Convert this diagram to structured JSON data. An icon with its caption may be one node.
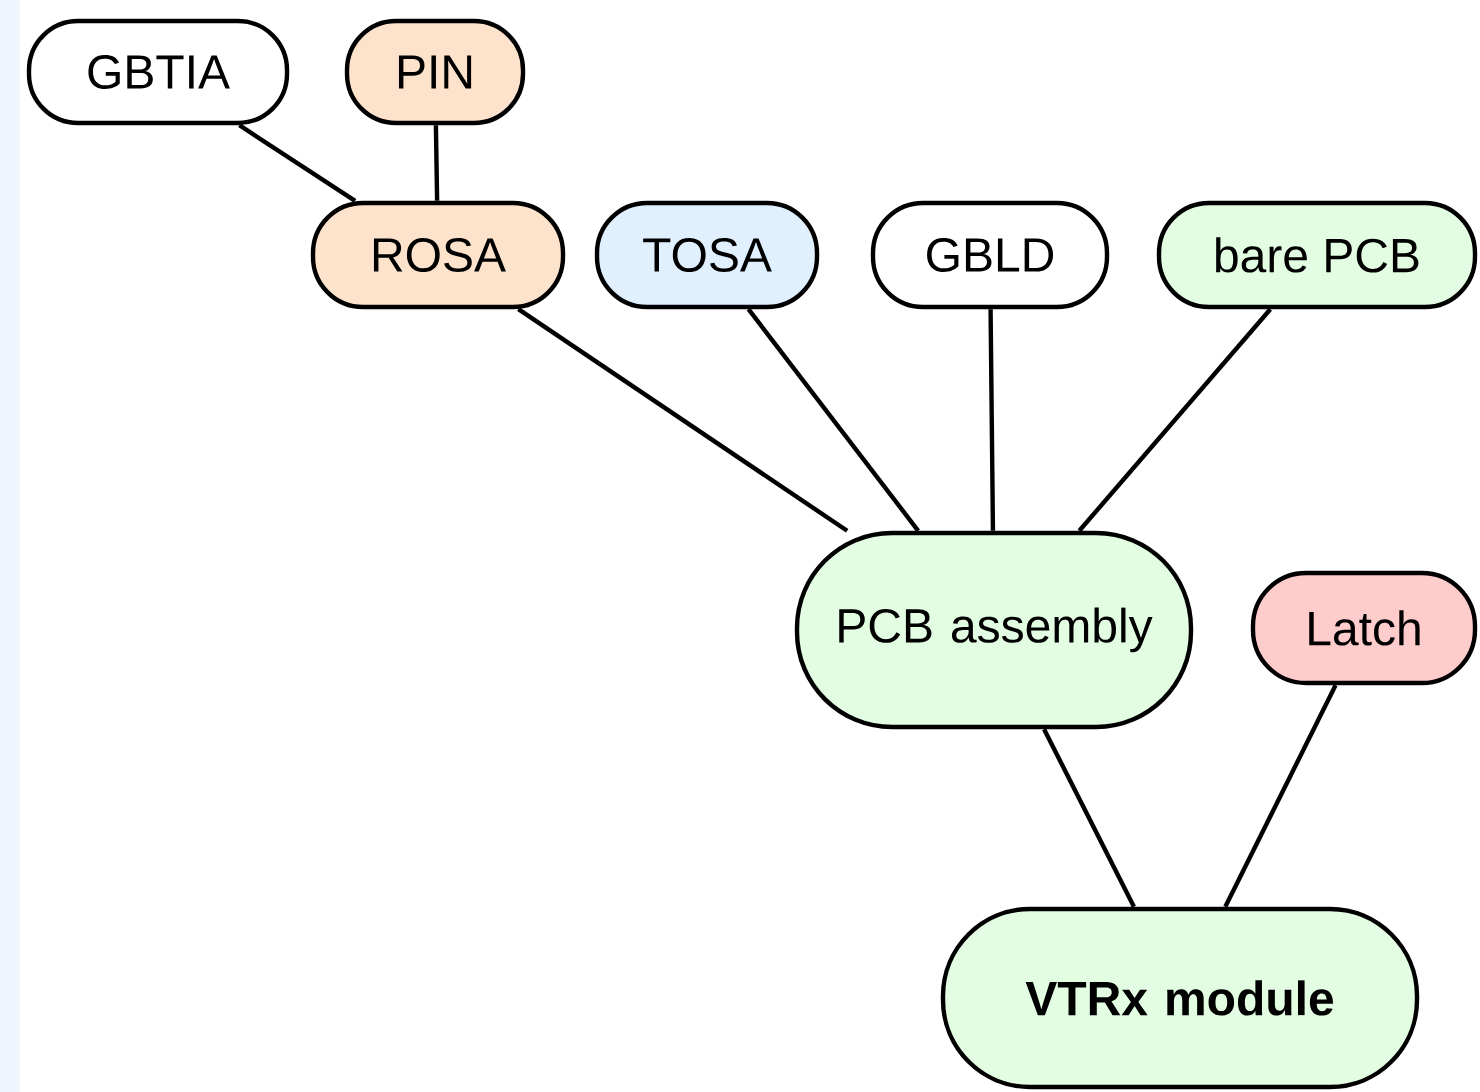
{
  "diagram": {
    "nodes": [
      {
        "text": [
          "GBTIA"
        ]
      },
      {
        "text": [
          "PIN"
        ]
      },
      {
        "text": [
          "ROSA"
        ]
      },
      {
        "text": [
          "TOSA"
        ]
      },
      {
        "text": [
          "GBLD"
        ]
      },
      {
        "text": [
          "bare PCB"
        ]
      },
      {
        "text": [
          "PCB assembly"
        ]
      },
      {
        "text": [
          "Latch"
        ]
      },
      {
        "text": [
          "VTRx module"
        ]
      }
    ],
    "edges": [
      {
        "from": 0,
        "to": 2,
        "arrow": "none"
      },
      {
        "from": 1,
        "to": 2,
        "arrow": "none"
      },
      {
        "from": 2,
        "to": 6,
        "arrow": "none"
      },
      {
        "from": 3,
        "to": 6,
        "arrow": "none"
      },
      {
        "from": 4,
        "to": 6,
        "arrow": "none"
      },
      {
        "from": 5,
        "to": 6,
        "arrow": "none"
      },
      {
        "from": 6,
        "to": 8,
        "arrow": "none"
      },
      {
        "from": 7,
        "to": 8,
        "arrow": "none"
      }
    ]
  }
}
